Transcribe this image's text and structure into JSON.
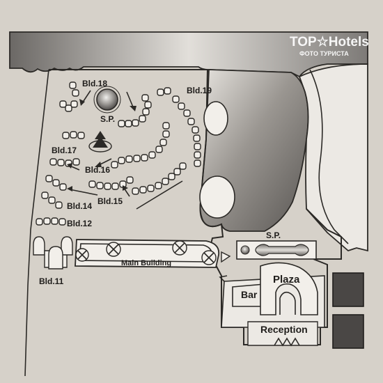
{
  "map": {
    "watermark": {
      "brand": "TOP☆Hotels",
      "subtitle": "ФОТО ТУРИСТА"
    },
    "labels": {
      "bld18": "Bld.18",
      "bld19": "Bld.19",
      "bld17": "Bld.17",
      "bld16": "Bld.16",
      "bld15": "Bld.15",
      "bld14": "Bld.14",
      "bld12": "Bld.12",
      "bld11": "Bld.11",
      "pool_top": "S.P.",
      "pool_right": "S.P.",
      "main_building": "Main Building",
      "bar": "Bar",
      "plaza": "Plaza",
      "reception": "Reception"
    },
    "icons": [
      "tree-icon",
      "pool-icon",
      "lamp-icon"
    ],
    "colors": {
      "paper": "#d9d4cc",
      "ink": "#2b2926",
      "sea_dark": "#5d5a57",
      "sea_light": "#b8b4ae",
      "block": "#4a4745"
    }
  }
}
